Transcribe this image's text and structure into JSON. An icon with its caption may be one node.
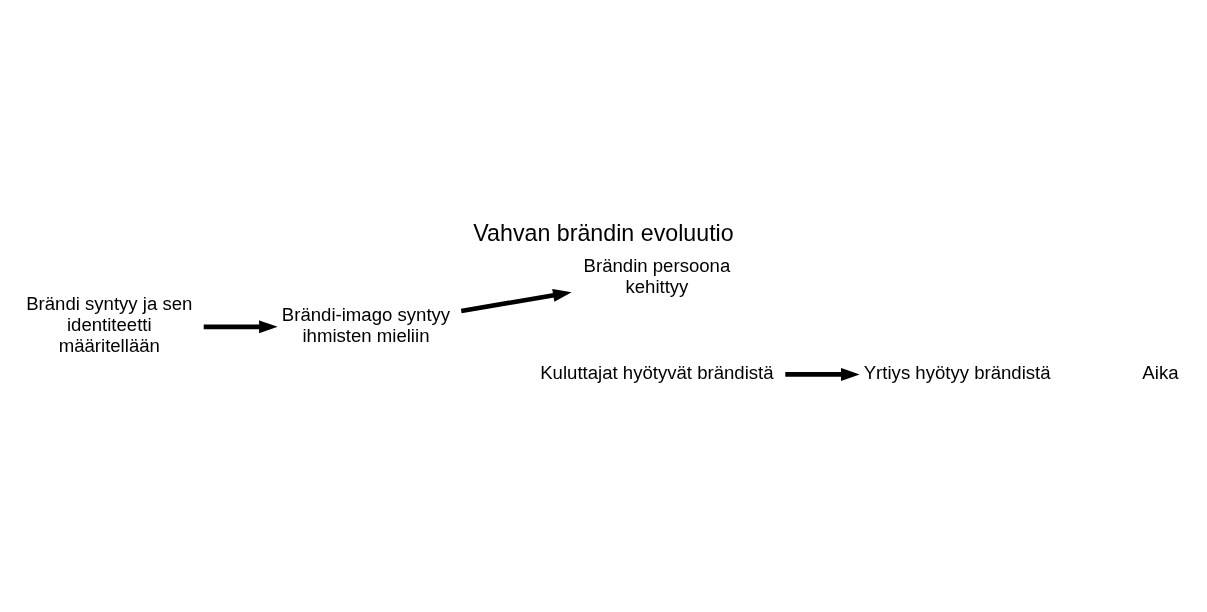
{
  "diagram": {
    "title": "Vahvan brändin evoluutio",
    "nodes": [
      {
        "text": [
          "Brändi syntyy ja sen identiteetti määritellään"
        ]
      },
      {
        "text": [
          "Brändi-imago syntyy ihmisten mieliin"
        ]
      },
      {
        "text": [
          "Brändin persoona kehittyy"
        ]
      },
      {
        "text": [
          "Kuluttajat hyötyvät brändistä"
        ]
      },
      {
        "text": [
          "Yrtiys hyötyy brändistä"
        ]
      }
    ],
    "edges": [
      {
        "from": 0,
        "to": 1,
        "arrow": "to"
      },
      {
        "from": 1,
        "to": 2,
        "arrow": "to"
      },
      {
        "from": 3,
        "to": 4,
        "arrow": "to"
      }
    ],
    "labels": [
      "Aika"
    ]
  }
}
